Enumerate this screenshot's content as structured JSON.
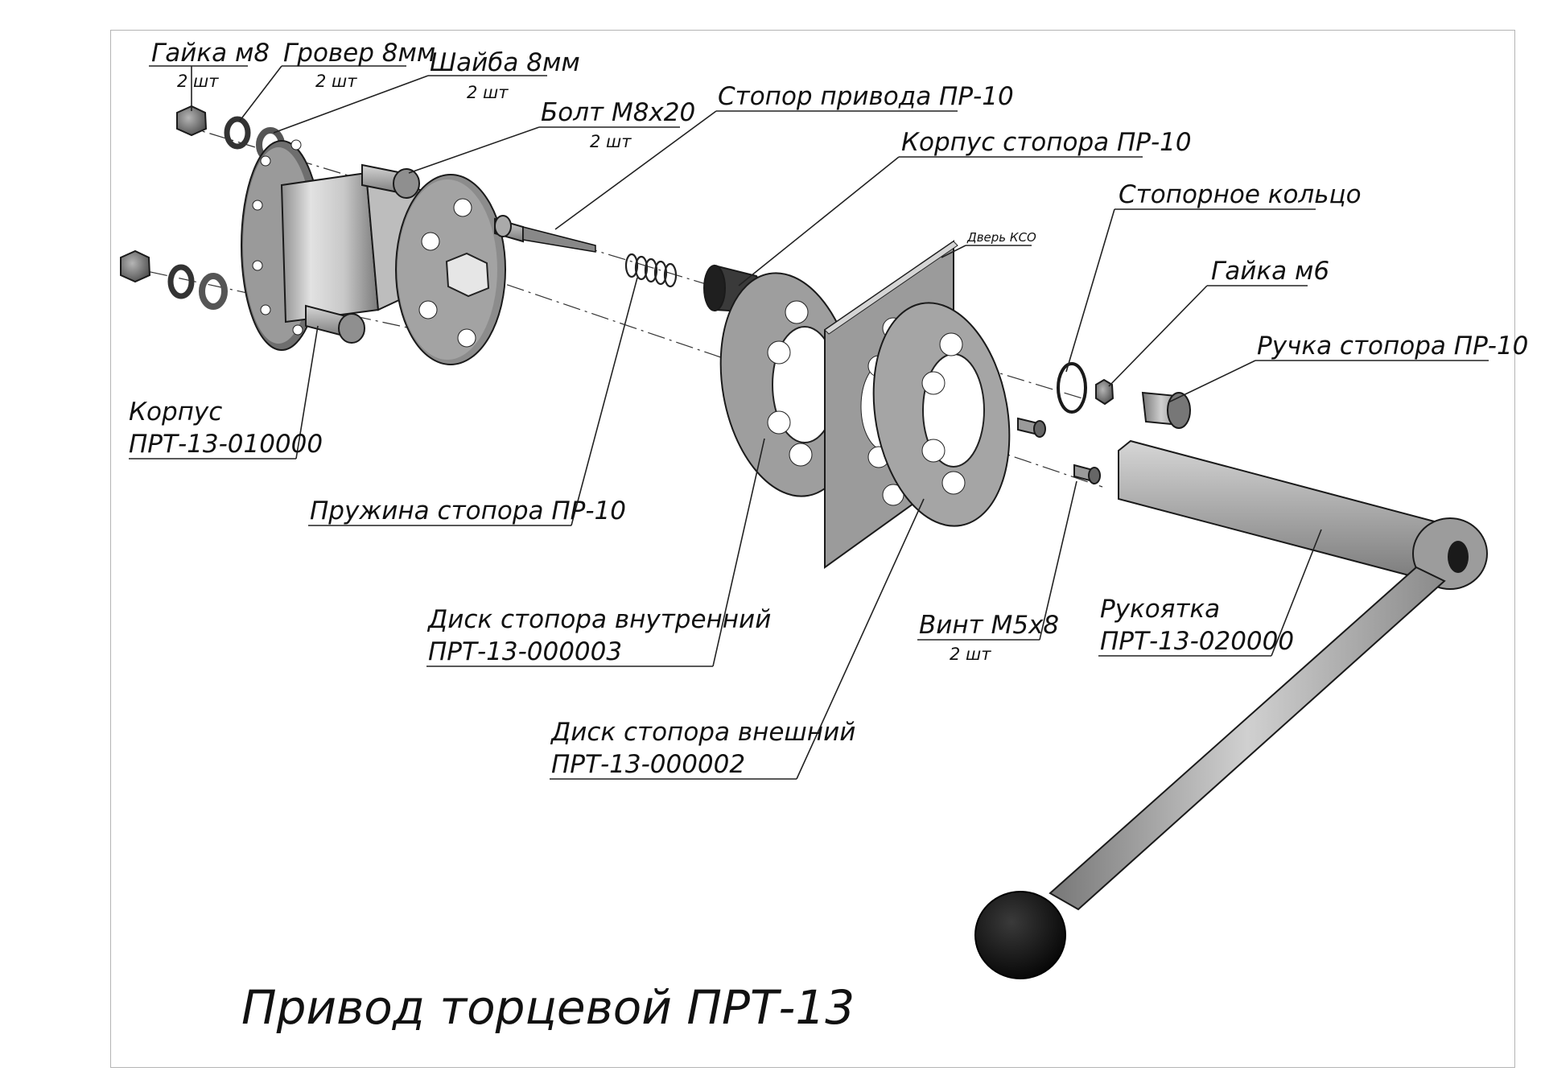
{
  "title": "Привод торцевой ПРТ-13",
  "labels": {
    "nut_m8": {
      "name": "Гайка м8",
      "qty": "2 шт"
    },
    "grover": {
      "name": "Гровер 8мм",
      "qty": "2 шт"
    },
    "washer": {
      "name": "Шайба 8мм",
      "qty": "2 шт"
    },
    "bolt": {
      "name": "Болт М8х20",
      "qty": "2 шт"
    },
    "stopper": {
      "name": "Стопор привода ПР-10"
    },
    "stopper_housing": {
      "name": "Корпус стопора ПР-10"
    },
    "ring": {
      "name": "Стопорное кольцо"
    },
    "nut_m6": {
      "name": "Гайка м6"
    },
    "stopper_handle": {
      "name": "Ручка стопора ПР-10"
    },
    "door": {
      "name": "Дверь КСО"
    },
    "body": {
      "name": "Корпус",
      "code": "ПРТ-13-010000"
    },
    "spring": {
      "name": "Пружина стопора ПР-10"
    },
    "disc_inner": {
      "name": "Диск стопора внутренний",
      "code": "ПРТ-13-000003"
    },
    "disc_outer": {
      "name": "Диск стопора внешний",
      "code": "ПРТ-13-000002"
    },
    "screw": {
      "name": "Винт М5х8",
      "qty": "2 шт"
    },
    "handle": {
      "name": "Рукоятка",
      "code": "ПРТ-13-020000"
    }
  }
}
